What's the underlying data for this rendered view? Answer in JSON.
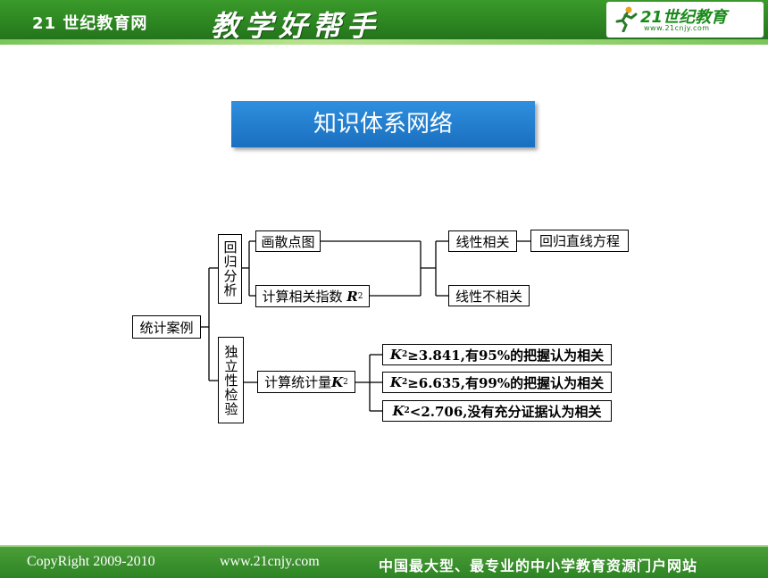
{
  "header": {
    "site_name": "21 世纪教育网",
    "slogan": "教学好帮手",
    "logo_text": "21世纪教育",
    "logo_url": "www.21cnjy.com"
  },
  "title": "知识体系网络",
  "diagram": {
    "root": "统计案例",
    "branch_regression": "回归分析",
    "branch_independence": "独立性检验",
    "scatter": "画散点图",
    "correlation_index": "计算相关指数",
    "correlation_index_var": "R",
    "linear": "线性相关",
    "regression_line": "回归直线方程",
    "not_linear": "线性不相关",
    "statistic": "计算统计量",
    "statistic_var": "K",
    "k_var": "K",
    "result1": "≥3.841,有95%的把握认为相关",
    "result2": "≥6.635,有99%的把握认为相关",
    "result3": "<2.706,没有充分证据认为相关"
  },
  "footer": {
    "copyright": "CopyRight 2009-2010",
    "url": "www.21cnjy.com",
    "tagline": "中国最大型、最专业的中小学教育资源门户网站"
  },
  "colors": {
    "header_green": "#2b8220",
    "title_blue": "#1a6fbf"
  }
}
